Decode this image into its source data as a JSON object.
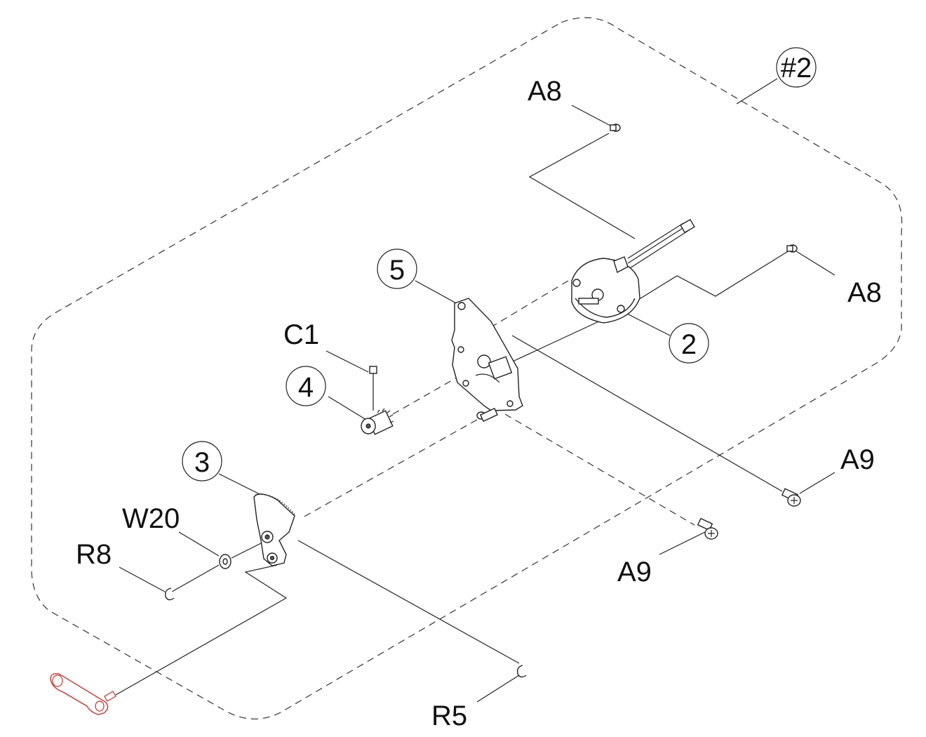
{
  "labels": {
    "assembly": "#2",
    "a8_top": "A8",
    "a8_right": "A8",
    "c1": "C1",
    "a9_right": "A9",
    "a9_mid": "A9",
    "w20": "W20",
    "r8": "R8",
    "r5": "R5"
  },
  "callouts": {
    "c5": "5",
    "c4": "4",
    "c3": "3",
    "c2": "2"
  },
  "colors": {
    "line": "#222222",
    "external_part": "#c0504d"
  }
}
